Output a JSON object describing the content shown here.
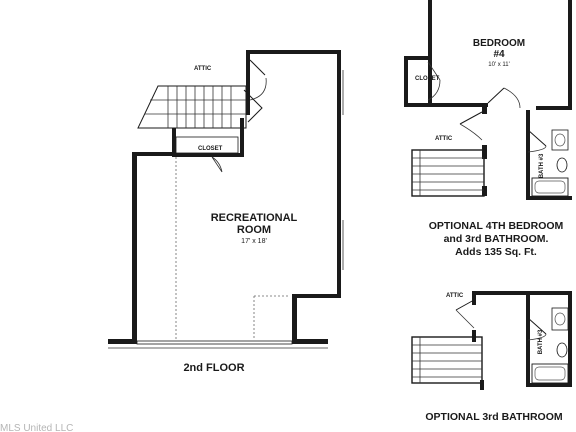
{
  "main_plan": {
    "attic_label": "ATTIC",
    "closet_label": "CLOSET",
    "room_name_line1": "RECREATIONAL",
    "room_name_line2": "ROOM",
    "room_size": "17' x 18'",
    "floor_label": "2nd FLOOR"
  },
  "option_bedroom": {
    "bedroom_line1": "BEDROOM",
    "bedroom_line2": "#4",
    "bedroom_size": "10' x 11'",
    "closet_label": "CLOSET",
    "attic_label": "ATTIC",
    "bath_label": "BATH #3",
    "caption_line1": "OPTIONAL 4TH BEDROOM",
    "caption_line2": "and 3rd BATHROOM.",
    "caption_line3": "Adds 135 Sq. Ft."
  },
  "option_bath": {
    "attic_label": "ATTIC",
    "bath_label": "BATH #3",
    "caption": "OPTIONAL 3rd BATHROOM"
  },
  "watermark": "MLS United LLC"
}
